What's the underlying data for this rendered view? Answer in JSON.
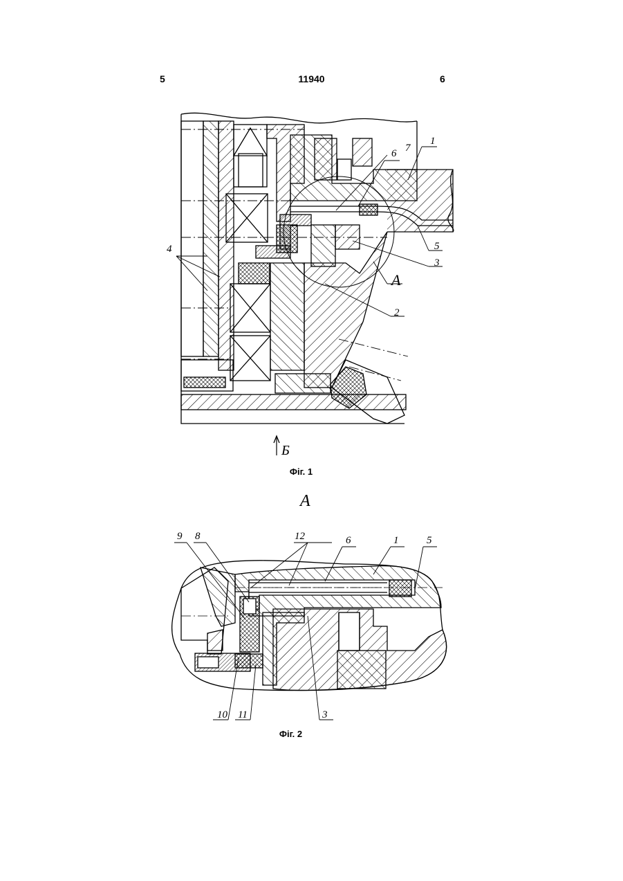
{
  "header": {
    "page_left": "5",
    "patent_number": "11940",
    "page_right": "6"
  },
  "figure1": {
    "caption": "Фіг. 1",
    "view_mark": "Б",
    "callout": "A",
    "labels": [
      "1",
      "7",
      "6",
      "4",
      "5",
      "3",
      "2"
    ]
  },
  "figure2": {
    "title": "A",
    "caption": "Фіг. 2",
    "labels": [
      "9",
      "8",
      "12",
      "6",
      "1",
      "5",
      "10",
      "11",
      "3"
    ]
  }
}
